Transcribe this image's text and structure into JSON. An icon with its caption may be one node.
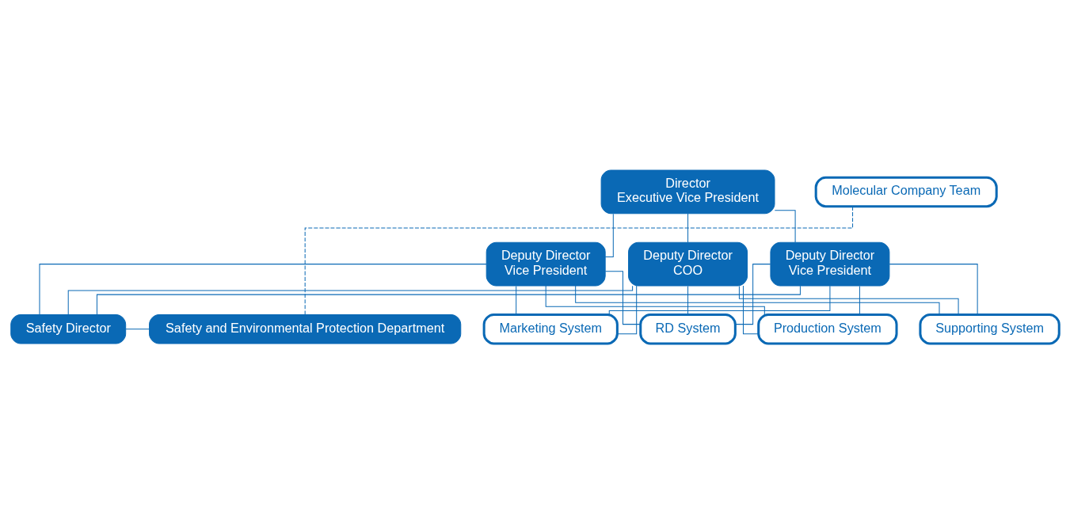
{
  "diagram": {
    "nodes": [
      {
        "text": [
          "Director",
          "Executive Vice President"
        ]
      },
      {
        "text": [
          "Deputy Director",
          "Vice President"
        ]
      },
      {
        "text": [
          "Deputy Director",
          "COO"
        ]
      },
      {
        "text": [
          "Deputy Director",
          "Vice President"
        ]
      },
      {
        "text": [
          "Safety Director"
        ]
      },
      {
        "text": [
          "Safety and Environmental Protection Department"
        ]
      },
      {
        "text": [
          "Marketing System"
        ]
      },
      {
        "text": [
          "RD System"
        ]
      },
      {
        "text": [
          "Production System"
        ]
      },
      {
        "text": [
          "Supporting System"
        ]
      },
      {
        "text": [
          "Molecular Company Team"
        ]
      }
    ],
    "edges": [
      {
        "from": 0,
        "to": 1,
        "arrow": "none"
      },
      {
        "from": 0,
        "to": 2,
        "arrow": "none"
      },
      {
        "from": 0,
        "to": 3,
        "arrow": "none"
      },
      {
        "from": 1,
        "to": 4,
        "arrow": "none"
      },
      {
        "from": 1,
        "to": 6,
        "arrow": "none"
      },
      {
        "from": 1,
        "to": 7,
        "arrow": "none"
      },
      {
        "from": 1,
        "to": 8,
        "arrow": "none"
      },
      {
        "from": 1,
        "to": 9,
        "arrow": "none"
      },
      {
        "from": 2,
        "to": 4,
        "arrow": "none"
      },
      {
        "from": 2,
        "to": 6,
        "arrow": "none"
      },
      {
        "from": 2,
        "to": 7,
        "arrow": "none"
      },
      {
        "from": 2,
        "to": 8,
        "arrow": "none"
      },
      {
        "from": 2,
        "to": 9,
        "arrow": "none"
      },
      {
        "from": 3,
        "to": 4,
        "arrow": "none"
      },
      {
        "from": 3,
        "to": 6,
        "arrow": "none"
      },
      {
        "from": 3,
        "to": 7,
        "arrow": "none"
      },
      {
        "from": 3,
        "to": 8,
        "arrow": "none"
      },
      {
        "from": 3,
        "to": 9,
        "arrow": "none"
      },
      {
        "from": 4,
        "to": 5,
        "arrow": "none"
      },
      {
        "from": 5,
        "to": 10,
        "arrow": "none",
        "style": "dashed"
      }
    ]
  }
}
